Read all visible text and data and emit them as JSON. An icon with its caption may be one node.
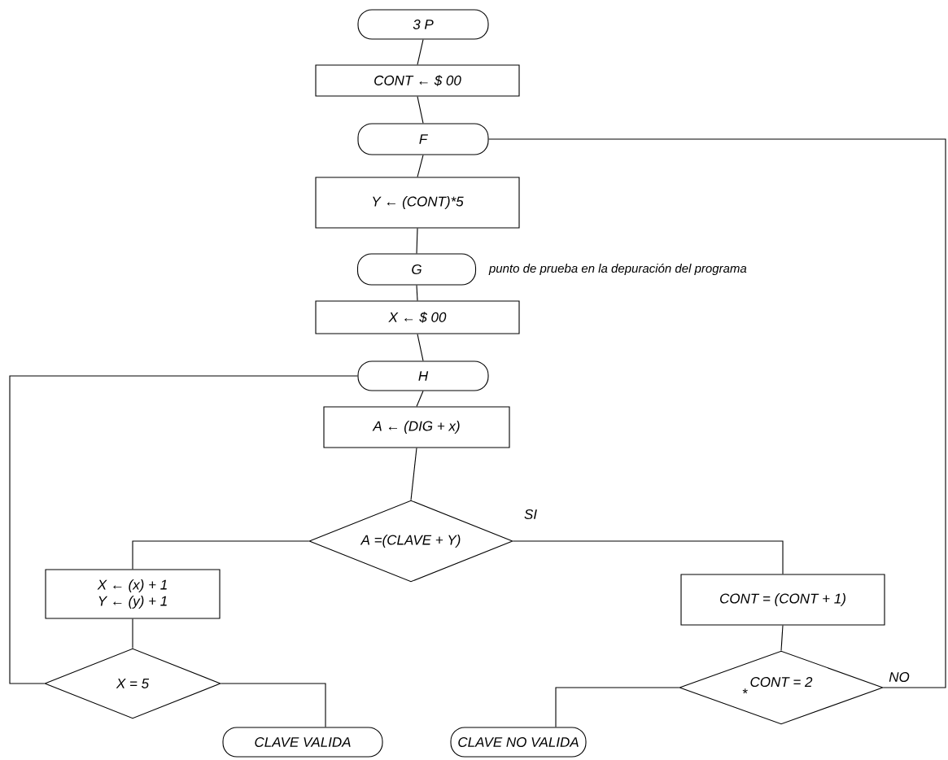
{
  "diagram": {
    "nodes": [
      {
        "text": [
          "3 P"
        ]
      },
      {
        "text": [
          "CONT ← $ 00"
        ]
      },
      {
        "text": [
          "F"
        ]
      },
      {
        "text": [
          "Y ← (CONT)*5"
        ]
      },
      {
        "text": [
          "G"
        ],
        "beside": [
          "punto de prueba en la depuración del programa"
        ]
      },
      {
        "text": [
          "X ← $ 00"
        ]
      },
      {
        "text": [
          "H"
        ]
      },
      {
        "text": [
          "A ← (DIG + x)"
        ]
      },
      {
        "text": [
          "A =(CLAVE + Y)"
        ]
      },
      {
        "text": [
          "X ← (x) + 1",
          "Y ← (y) + 1"
        ]
      },
      {
        "text": [
          "CONT = (CONT + 1)"
        ]
      },
      {
        "text": [
          "X = 5"
        ]
      },
      {
        "text": [
          "CONT = 2",
          "*"
        ]
      },
      {
        "text": [
          "CLAVE VALIDA"
        ]
      },
      {
        "text": [
          "CLAVE NO VALIDA"
        ]
      }
    ],
    "edges": [
      {
        "from": 0,
        "to": 1,
        "arrow": "none"
      },
      {
        "from": 1,
        "to": 2,
        "arrow": "none"
      },
      {
        "from": 2,
        "to": 3,
        "arrow": "none"
      },
      {
        "from": 3,
        "to": 4,
        "arrow": "none"
      },
      {
        "from": 4,
        "to": 5,
        "arrow": "none"
      },
      {
        "from": 5,
        "to": 6,
        "arrow": "none"
      },
      {
        "from": 6,
        "to": 7,
        "arrow": "none"
      },
      {
        "from": 7,
        "to": 8,
        "arrow": "none"
      },
      {
        "from": 8,
        "to": 9,
        "arrow": "none"
      },
      {
        "from": 8,
        "to": 10,
        "arrow": "none",
        "label": "SI"
      },
      {
        "from": 10,
        "to": 12,
        "arrow": "none"
      },
      {
        "from": 9,
        "to": 11,
        "arrow": "none"
      },
      {
        "from": 11,
        "to": 6,
        "arrow": "none"
      },
      {
        "from": 11,
        "to": 13,
        "arrow": "none"
      },
      {
        "from": 12,
        "to": 14,
        "arrow": "none"
      },
      {
        "from": 12,
        "to": 2,
        "arrow": "none",
        "label": "NO"
      }
    ]
  }
}
